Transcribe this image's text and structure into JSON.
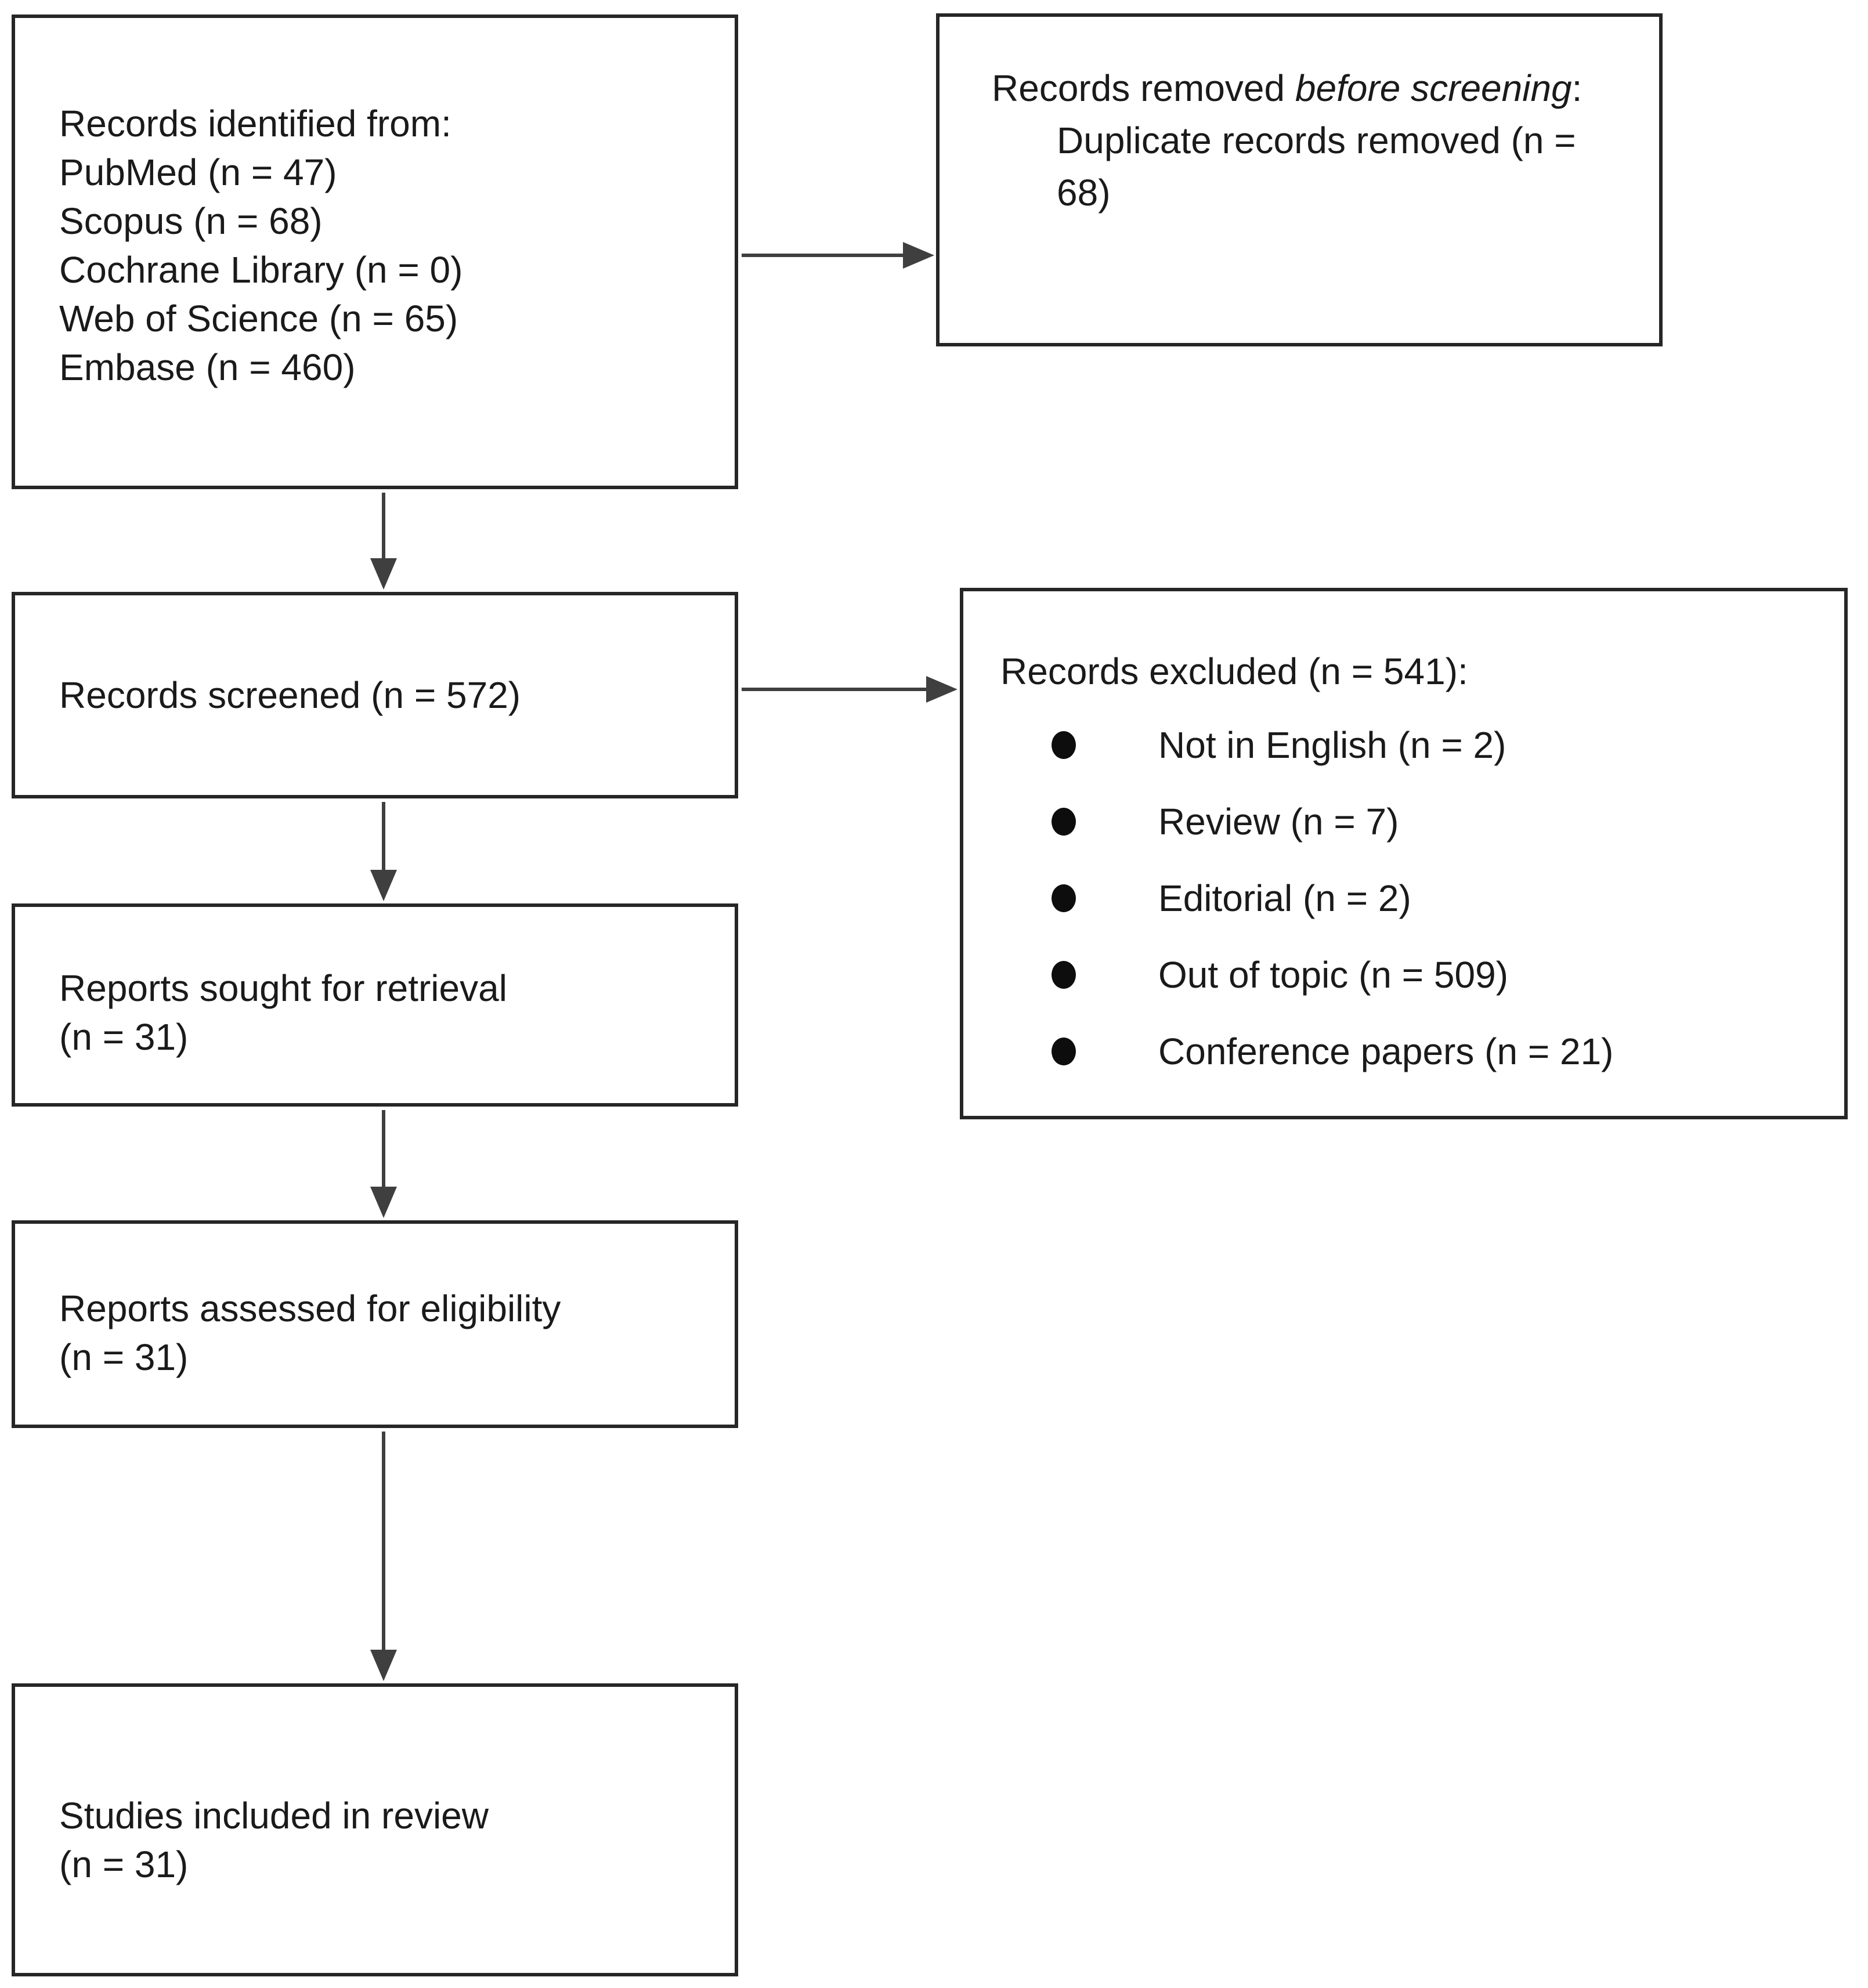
{
  "figure": {
    "type": "prisma-flow-diagram",
    "background": "#ffffff",
    "line_color": "#3f3f3f",
    "text_color": "#1a1a1a"
  },
  "boxes": {
    "identified": {
      "title": "Records identified from:",
      "items": [
        "PubMed (n = 47)",
        "Scopus (n = 68)",
        "Cochrane Library (n = 0)",
        "Web of Science (n = 65)",
        "Embase (n = 460)"
      ]
    },
    "removed": {
      "prefix": "Records removed ",
      "italic": "before screening",
      "suffix": ":",
      "detail": "Duplicate records removed (n = 68)"
    },
    "screened": {
      "label": "Records screened (n = 572)"
    },
    "excluded": {
      "title": "Records excluded (n = 541):",
      "bullets": [
        "Not in English (n = 2)",
        "Review (n = 7)",
        "Editorial (n = 2)",
        "Out of topic (n = 509)",
        "Conference papers (n = 21)"
      ]
    },
    "sought": {
      "line1": "Reports sought for retrieval",
      "line2": "(n = 31)"
    },
    "assessed": {
      "line1": "Reports assessed for eligibility",
      "line2": "(n = 31)"
    },
    "included": {
      "line1": "Studies included in review",
      "line2": "(n = 31)"
    }
  }
}
